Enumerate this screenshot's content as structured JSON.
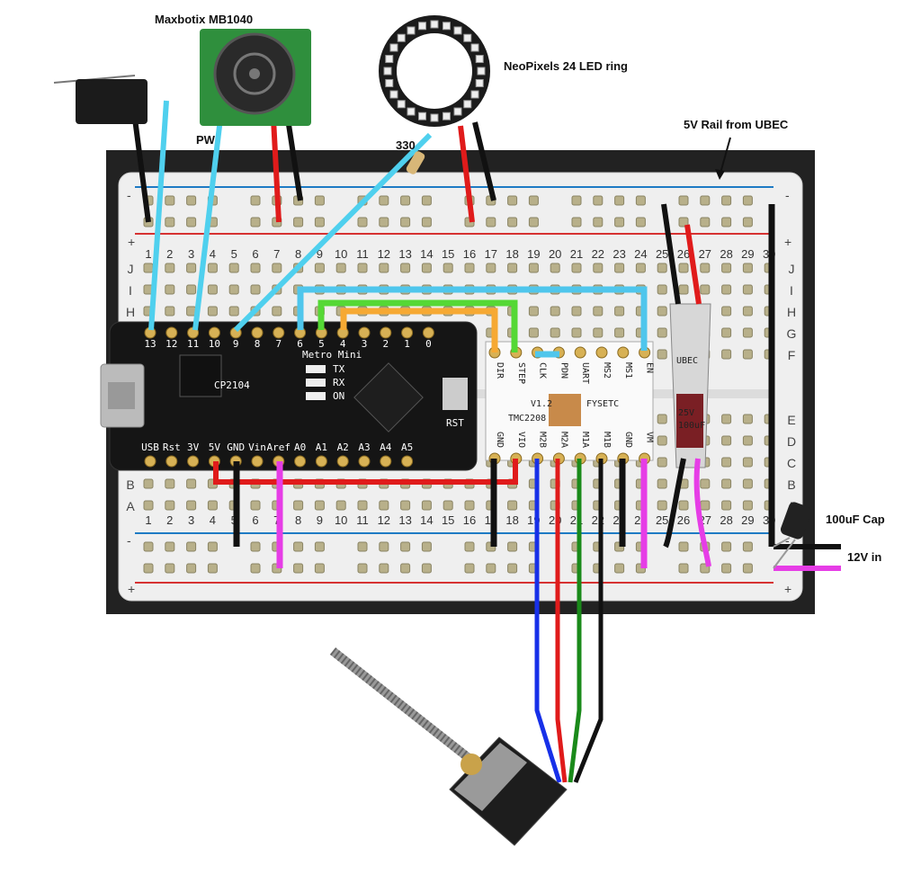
{
  "labels": {
    "sensor": "Maxbotix MB1040",
    "pw": "PW",
    "ring": "NeoPixels 24 LED ring",
    "resistor": "330",
    "rail": "5V Rail from UBEC",
    "cap": "100uF Cap",
    "power_in": "12V in"
  },
  "breadboard": {
    "columns": [
      "1",
      "2",
      "3",
      "4",
      "5",
      "6",
      "7",
      "8",
      "9",
      "10",
      "11",
      "12",
      "13",
      "14",
      "15",
      "16",
      "17",
      "18",
      "19",
      "20",
      "21",
      "22",
      "23",
      "24",
      "25",
      "26",
      "27",
      "28",
      "29",
      "30"
    ],
    "rows_top": [
      "J",
      "I",
      "H",
      "G",
      "F"
    ],
    "rows_bottom": [
      "E",
      "D",
      "C",
      "B",
      "A"
    ],
    "rail_plus": "+",
    "rail_minus": "-"
  },
  "board": {
    "title": "Metro Mini",
    "chip": "CP2104",
    "top_pins": [
      "13",
      "12",
      "11",
      "10",
      "9",
      "8",
      "7",
      "6",
      "5",
      "4",
      "3",
      "2",
      "1",
      "0"
    ],
    "bottom_pins": [
      "USB",
      "Rst",
      "3V",
      "5V",
      "GND",
      "Vin",
      "Aref",
      "A0",
      "A1",
      "A2",
      "A3",
      "A4",
      "A5"
    ],
    "leds": [
      "TX",
      "RX",
      "ON"
    ],
    "rst": "RST"
  },
  "driver": {
    "top_pins": [
      "DIR",
      "STEP",
      "CLK",
      "PDN",
      "UART",
      "MS2",
      "MS1",
      "EN"
    ],
    "bottom_pins": [
      "GND",
      "VIO",
      "M2B",
      "M2A",
      "M1A",
      "M1B",
      "GND",
      "VM"
    ],
    "brand": "FYSETC",
    "model": "TMC2208",
    "version": "V1.2"
  },
  "ubec": {
    "text": "UBEC"
  },
  "capacitor": {
    "rating_a": "25V",
    "rating_b": "100uF"
  }
}
